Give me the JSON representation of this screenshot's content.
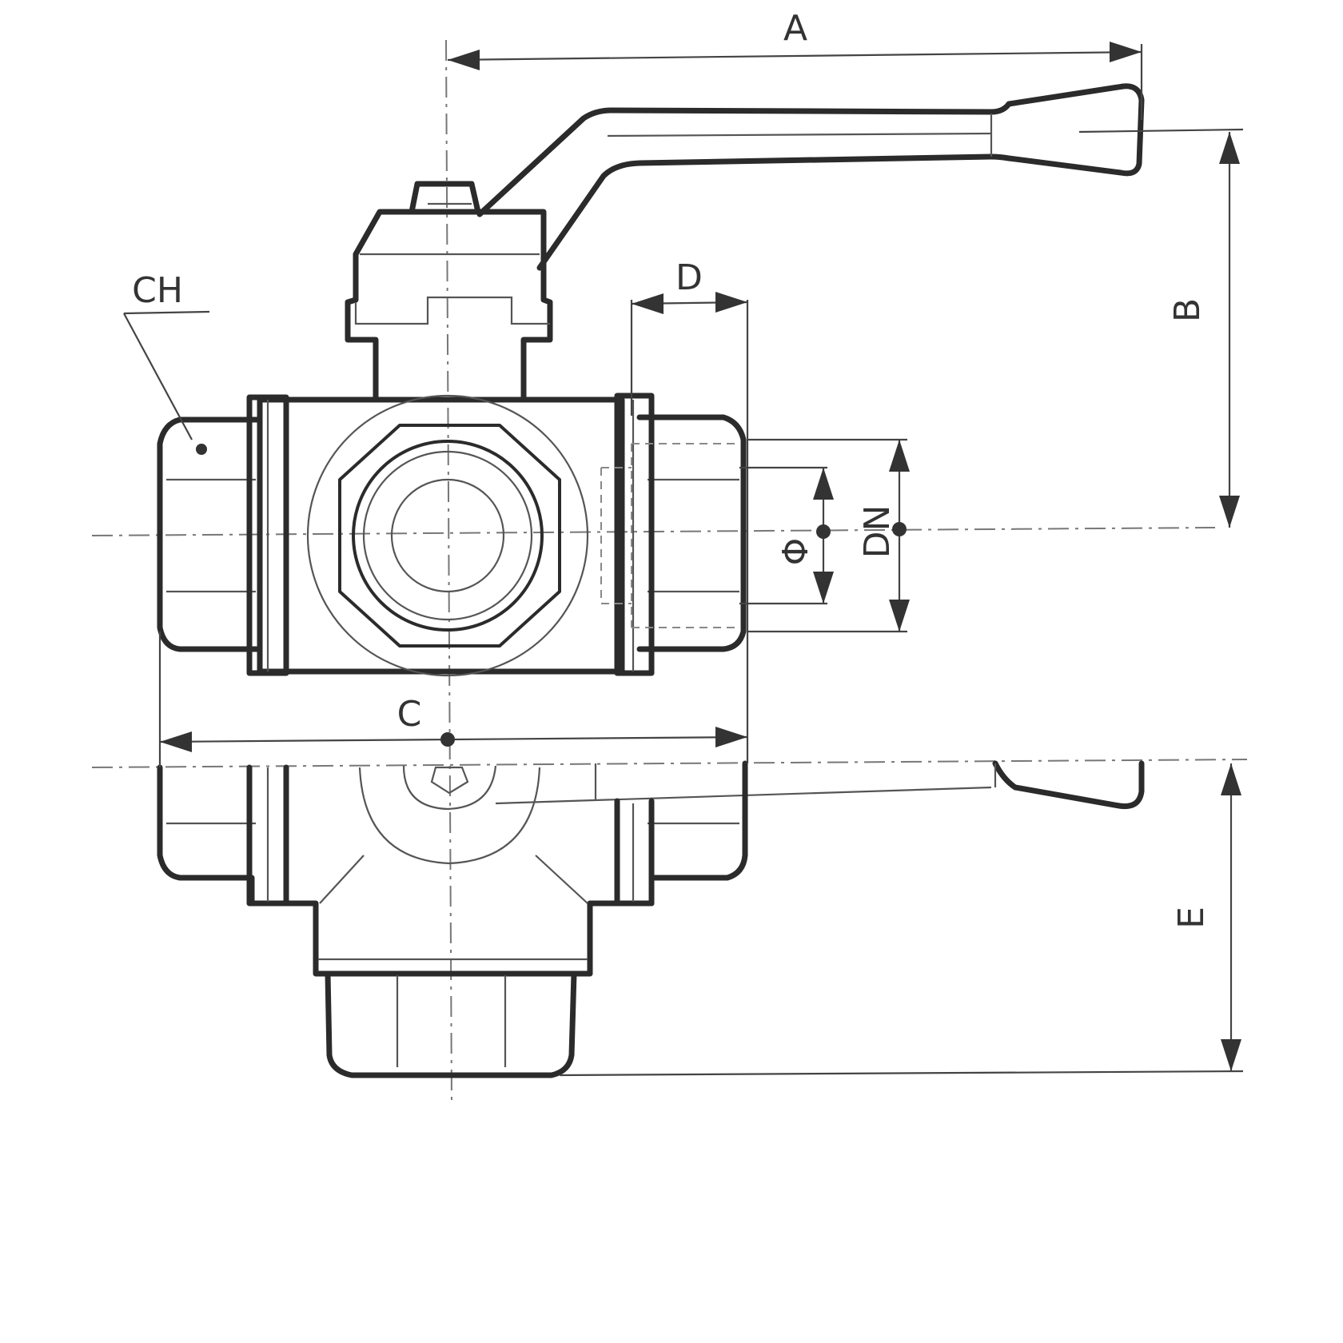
{
  "labels": {
    "dim_a": "A",
    "dim_b": "B",
    "dim_c": "C",
    "dim_d": "D",
    "dim_e": "E",
    "ch": "CH",
    "phi": "Φ",
    "dn": "DN"
  },
  "colors": {
    "outline": "#2b2b2b",
    "thin_line": "#555555",
    "background": "#ffffff"
  }
}
